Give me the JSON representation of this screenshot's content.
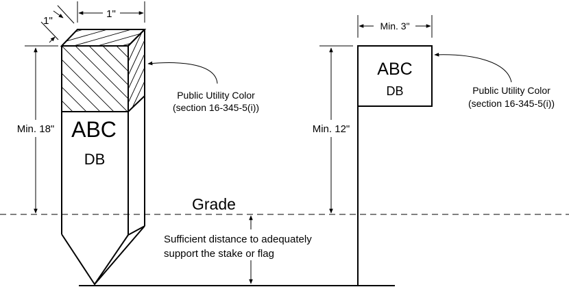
{
  "stake": {
    "dim_depth": "1\"",
    "dim_width": "1\"",
    "dim_height": "Min. 18\"",
    "label_line1": "ABC",
    "label_line2": "DB",
    "callout_line1": "Public Utility Color",
    "callout_line2": "(section 16-345-5(i))"
  },
  "flag": {
    "dim_width": "Min. 3\"",
    "dim_height": "Min. 12\"",
    "label_line1": "ABC",
    "label_line2": "DB",
    "callout_line1": "Public Utility Color",
    "callout_line2": "(section 16-345-5(i))"
  },
  "grade_label": "Grade",
  "depth_note_line1": "Sufficient distance to adequately",
  "depth_note_line2": "support the stake or flag"
}
